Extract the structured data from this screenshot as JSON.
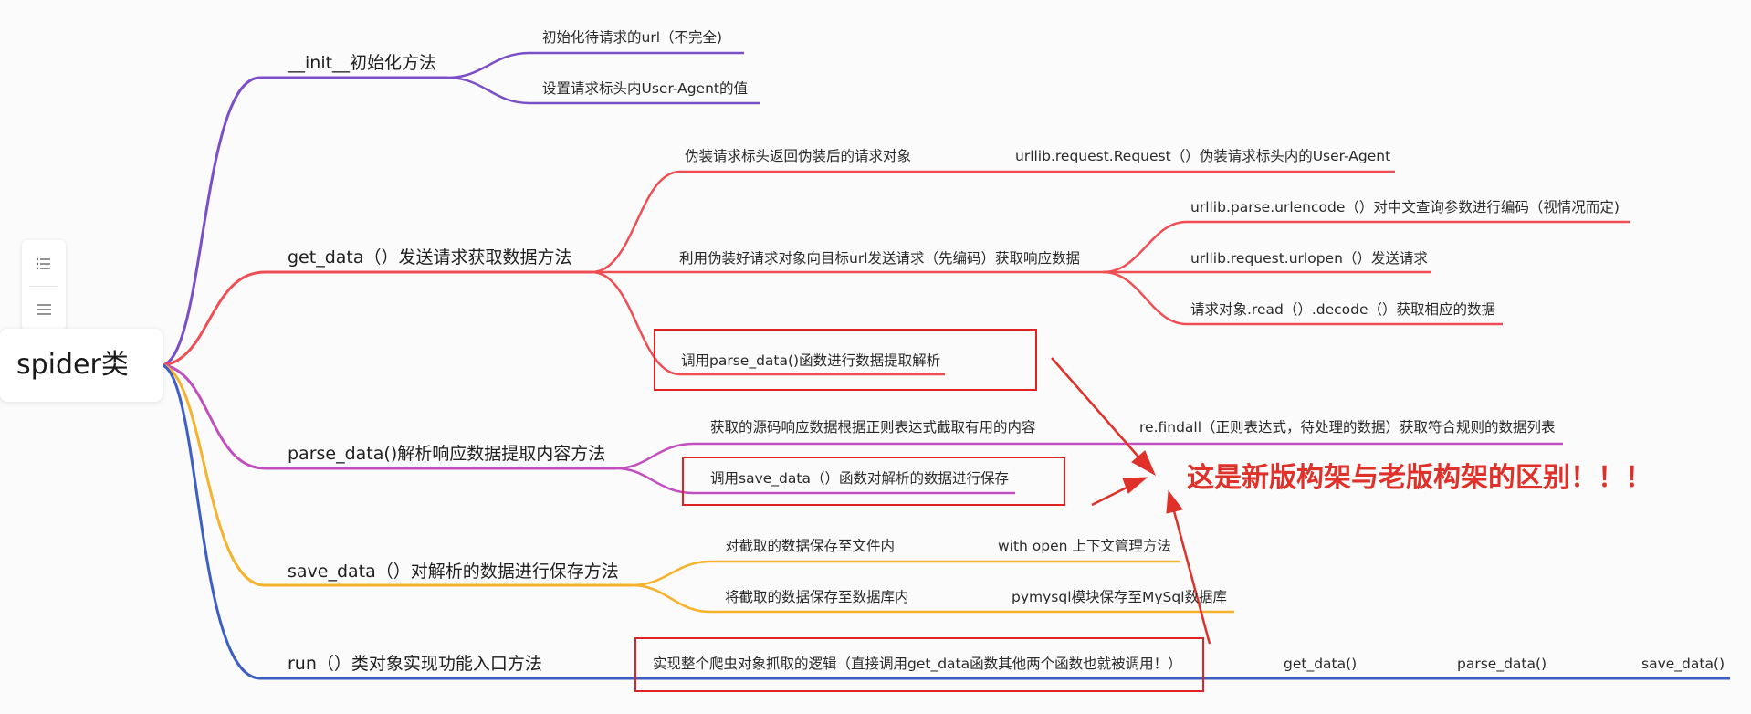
{
  "root": {
    "label": "spider类"
  },
  "toolbar": {
    "outline_icon": "list-outline-icon",
    "menu_icon": "menu-lines-icon"
  },
  "colors": {
    "init": "#7a4fc7",
    "get_data": "#ef4f54",
    "parse_data": "#c24fc0",
    "save_data": "#f5b22c",
    "run": "#3d5ec2",
    "annotation": "#e0302a"
  },
  "branches": {
    "init": {
      "label": "__init__初始化方法",
      "children": [
        "初始化待请求的url（不完全)",
        "设置请求标头内User-Agent的值"
      ]
    },
    "get_data": {
      "label": "get_data（）发送请求获取数据方法",
      "c1": {
        "label": "伪装请求标头返回伪装后的请求对象",
        "sub": "urllib.request.Request（）伪装请求标头内的User-Agent"
      },
      "c2": {
        "label": "利用伪装好请求对象向目标url发送请求（先编码）获取响应数据",
        "subs": [
          "urllib.parse.urlencode（）对中文查询参数进行编码（视情况而定)",
          "urllib.request.urlopen（）发送请求",
          "请求对象.read（）.decode（）获取相应的数据"
        ]
      },
      "c3": {
        "label": "调用parse_data()函数进行数据提取解析"
      }
    },
    "parse_data": {
      "label": "parse_data()解析响应数据提取内容方法",
      "c1": {
        "label": "获取的源码响应数据根据正则表达式截取有用的内容",
        "sub": "re.findall（正则表达式，待处理的数据）获取符合规则的数据列表"
      },
      "c2": {
        "label": "调用save_data（）函数对解析的数据进行保存"
      }
    },
    "save_data": {
      "label": "save_data（）对解析的数据进行保存方法",
      "c1": {
        "label": "对截取的数据保存至文件内",
        "sub": "with open 上下文管理方法"
      },
      "c2": {
        "label": "将截取的数据保存至数据库内",
        "sub": "pymysql模块保存至MySql数据库"
      }
    },
    "run": {
      "label": "run（）类对象实现功能入口方法",
      "c1": {
        "label": "实现整个爬虫对象抓取的逻辑（直接调用get_data函数其他两个函数也就被调用！）"
      },
      "calls": [
        "get_data()",
        "parse_data()",
        "save_data()"
      ]
    }
  },
  "annotation": {
    "text": "这是新版构架与老版构架的区别！！！"
  }
}
